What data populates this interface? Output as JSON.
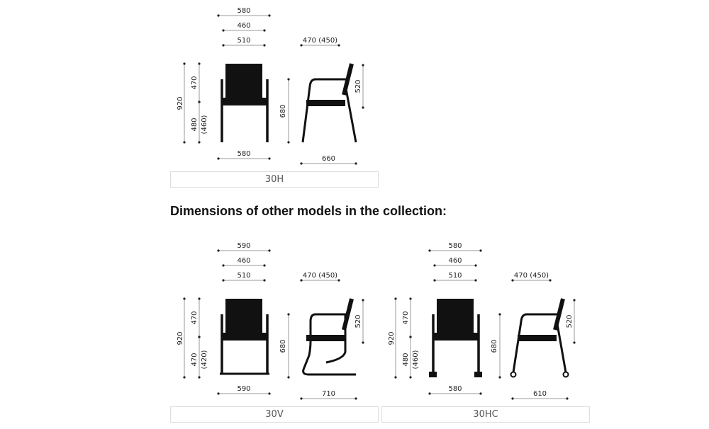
{
  "heading": "Dimensions of other models in the collection:",
  "models": [
    {
      "name": "30H",
      "type": "H",
      "top_width": "580",
      "inner_width": "460",
      "seat_width": "510",
      "seat_depth": "470 (450)",
      "total_height": "920",
      "back_height": "470",
      "seat_height": "480",
      "seat_height_alt": "(460)",
      "arm_height": "680",
      "back_side_height": "520",
      "base_width": "580",
      "base_depth": "660"
    },
    {
      "name": "30V",
      "type": "V",
      "top_width": "590",
      "inner_width": "460",
      "seat_width": "510",
      "seat_depth": "470 (450)",
      "total_height": "920",
      "back_height": "470",
      "seat_height": "470",
      "seat_height_alt": "(420)",
      "arm_height": "680",
      "back_side_height": "520",
      "base_width": "590",
      "base_depth": "710"
    },
    {
      "name": "30HC",
      "type": "HC",
      "top_width": "580",
      "inner_width": "460",
      "seat_width": "510",
      "seat_depth": "470 (450)",
      "total_height": "920",
      "back_height": "470",
      "seat_height": "480",
      "seat_height_alt": "(460)",
      "arm_height": "680",
      "back_side_height": "520",
      "base_width": "580",
      "base_depth": "610"
    }
  ]
}
